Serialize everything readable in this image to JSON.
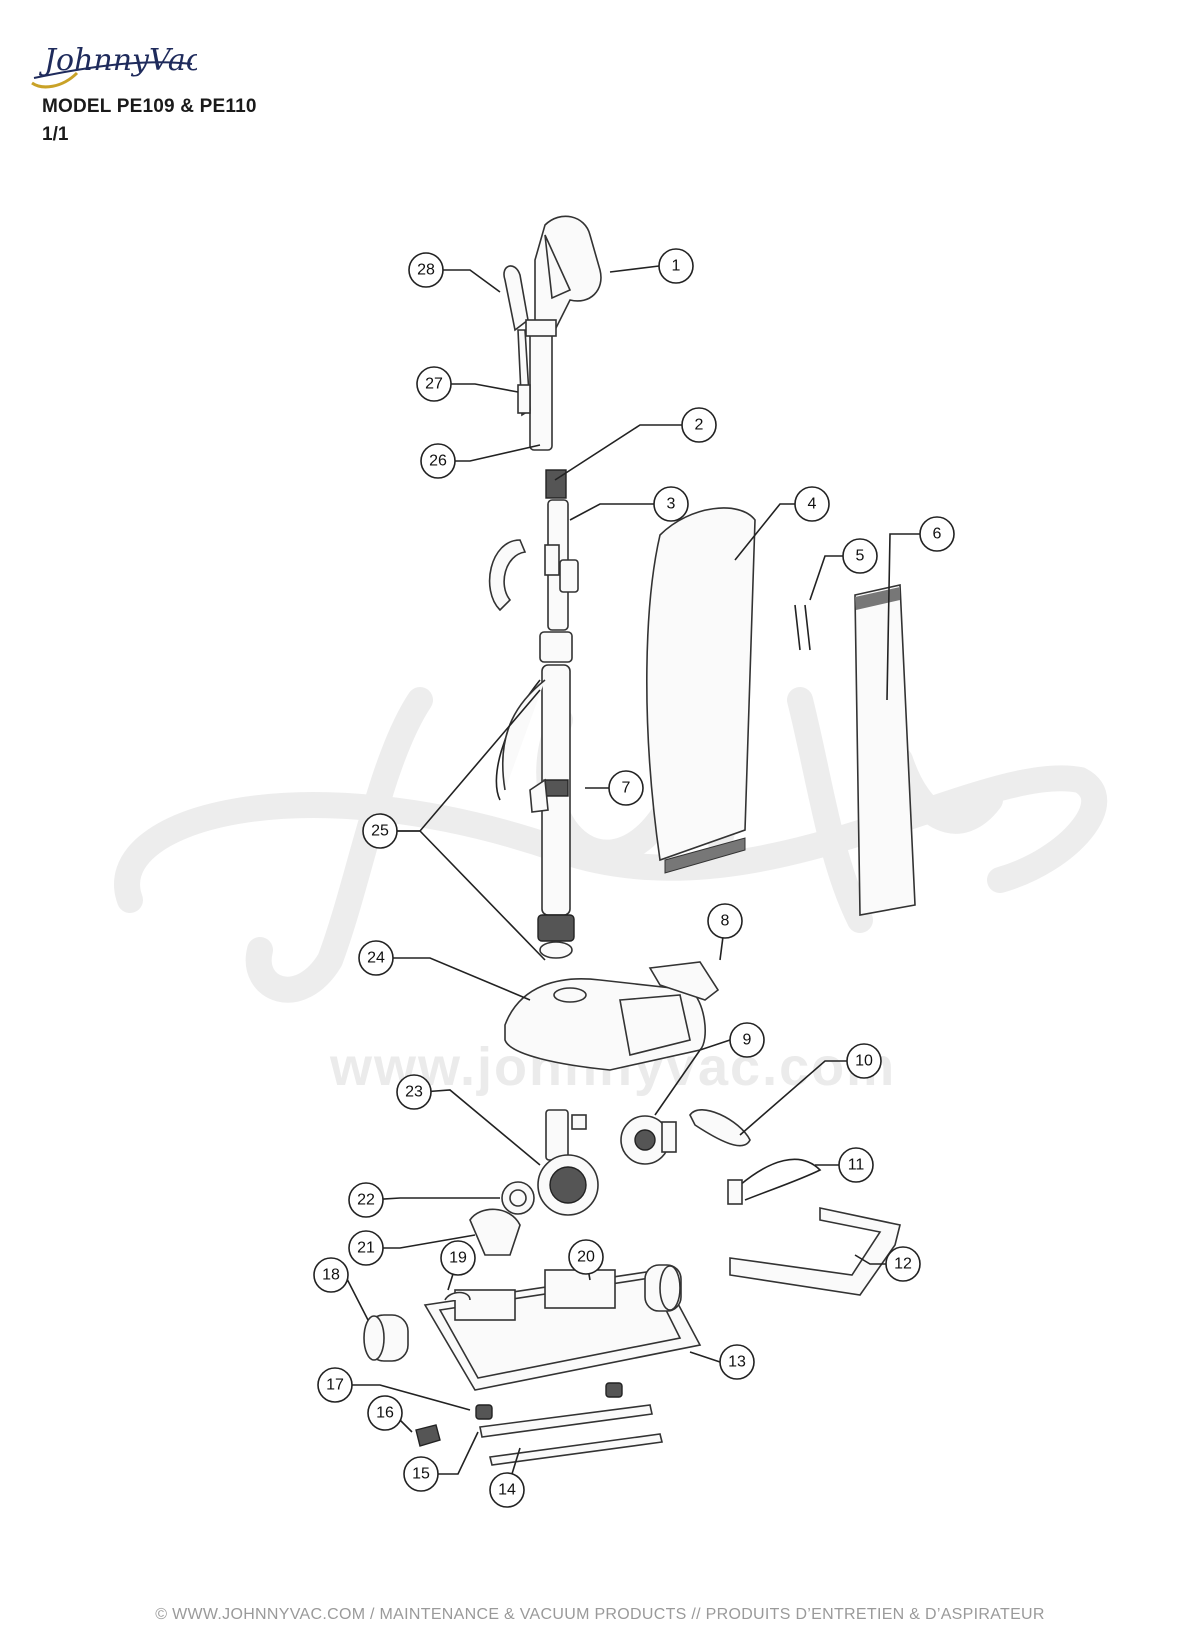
{
  "header": {
    "brand": "JohnnyVac",
    "model": "MODEL PE109 & PE110",
    "page": "1/1"
  },
  "watermark": {
    "brand": "JohnnyVac",
    "url": "www.johnnyvac.com"
  },
  "callouts": [
    "1",
    "2",
    "3",
    "4",
    "5",
    "6",
    "7",
    "8",
    "9",
    "10",
    "11",
    "12",
    "13",
    "14",
    "15",
    "16",
    "17",
    "18",
    "19",
    "20",
    "21",
    "22",
    "23",
    "24",
    "25",
    "26",
    "27",
    "28"
  ],
  "footer": {
    "text": "© WWW.JOHNNYVAC.COM / MAINTENANCE & VACUUM PRODUCTS  //  PRODUITS D’ENTRETIEN & D’ASPIRATEUR"
  },
  "colors": {
    "brand_gold": "#c9a227",
    "brand_navy": "#1f2b5c",
    "watermark": "#ececec",
    "footer": "#9a9a9a"
  }
}
